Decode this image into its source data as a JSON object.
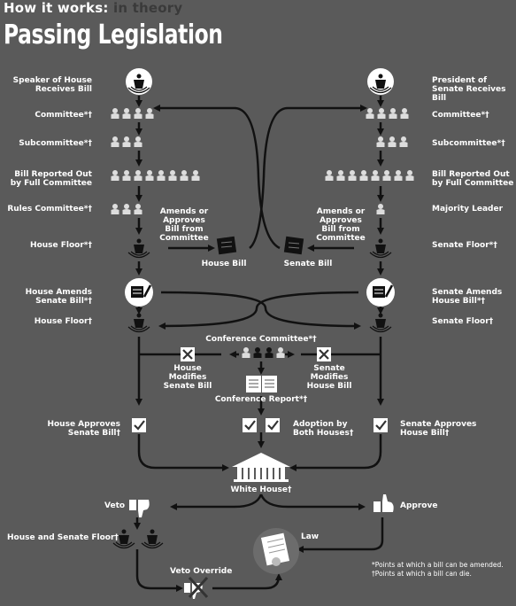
{
  "header": {
    "prefix": "How it works:",
    "suffix": "in theory"
  },
  "title": "Passing Legislation",
  "house": {
    "receives": "Speaker of House Receives Bill",
    "committee": "Committee*†",
    "subcommittee": "Subcommittee*†",
    "reported": "Bill Reported Out by Full Committee",
    "rules": "Rules Committee*†",
    "floor": "House Floor*†",
    "amends": "House Amends Senate Bill*†",
    "floor2": "House Floor†",
    "modifies": "House Modifies Senate Bill",
    "approves": "House Approves Senate Bill†"
  },
  "senate": {
    "receives": "President of Senate Receives Bill",
    "committee": "Committee*†",
    "subcommittee": "Subcommittee*†",
    "reported": "Bill Reported Out by Full Committee",
    "leader": "Majority Leader",
    "floor": "Senate Floor*†",
    "amends": "Senate Amends House Bill*†",
    "floor2": "Senate Floor†",
    "modifies": "Senate Modifies House Bill",
    "approves": "Senate Approves House Bill†"
  },
  "center": {
    "amends_house": "Amends or Approves Bill from Committee",
    "amends_senate": "Amends or Approves Bill from Committee",
    "house_bill": "House Bill",
    "senate_bill": "Senate Bill",
    "conference_committee": "Conference Committee*†",
    "conference_report": "Conference Report*†",
    "adoption": "Adoption by Both Houses†",
    "white_house": "White House†",
    "veto": "Veto",
    "approve": "Approve",
    "floor_both": "House and Senate Floor†",
    "veto_override": "Veto Override",
    "law": "Law"
  },
  "footnotes": {
    "amend": "*Points at which a bill can be amended.",
    "die": "†Points at which a bill can die."
  },
  "colors": {
    "background": "#5a5a5a",
    "ink": "#ffffff",
    "dark": "#222222"
  }
}
